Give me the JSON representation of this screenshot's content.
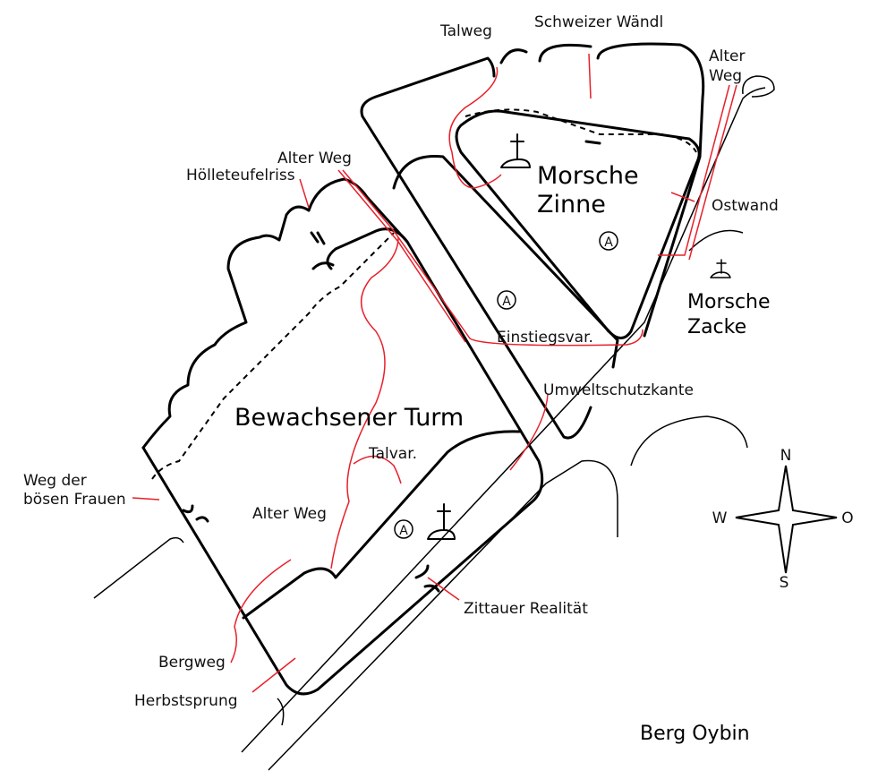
{
  "title": "Berg Oybin",
  "towers": {
    "bewachsener_turm": "Bewachsener Turm",
    "morsche_zinne_1": "Morsche",
    "morsche_zinne_2": "Zinne",
    "morsche_zacke_1": "Morsche",
    "morsche_zacke_2": "Zacke"
  },
  "routes": {
    "talweg": "Talweg",
    "schweizer_waendl": "Schweizer Wändl",
    "alter_weg_zinne_1": "Alter",
    "alter_weg_zinne_2": "Weg",
    "alter_weg_top": "Alter Weg",
    "hoelleteufelriss": "Hölleteufelriss",
    "ostwand": "Ostwand",
    "einstiegsvar": "Einstiegsvar.",
    "umweltschutzkante": "Umweltschutzkante",
    "talvar": "Talvar.",
    "weg_der_boesen_frauen_1": "Weg der",
    "weg_der_boesen_frauen_2": "bösen Frauen",
    "alter_weg_turm": "Alter Weg",
    "zittauer_realitaet": "Zittauer Realität",
    "bergweg": "Bergweg",
    "herbstsprung": "Herbstsprung"
  },
  "compass": {
    "n": "N",
    "s": "S",
    "w": "W",
    "o": "O"
  },
  "abseil_symbol": "A",
  "colors": {
    "route": "#e8202a",
    "rock": "#000000"
  }
}
